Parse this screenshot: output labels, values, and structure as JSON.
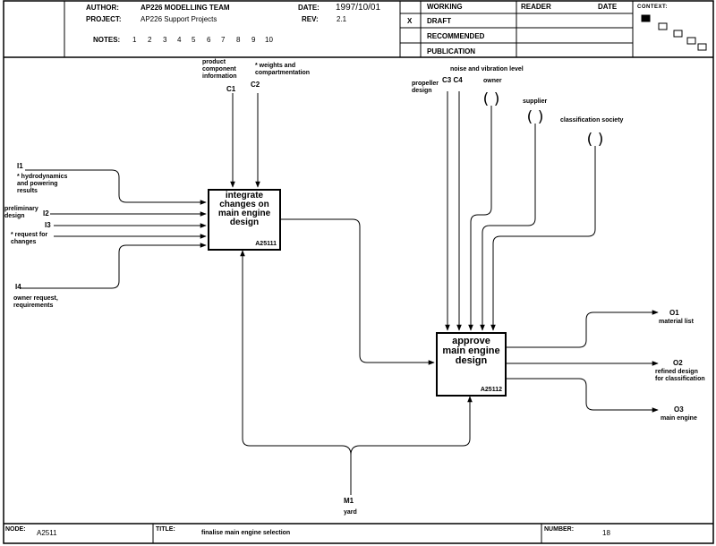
{
  "header": {
    "author_label": "AUTHOR:",
    "author": "AP226 MODELLING TEAM",
    "project_label": "PROJECT:",
    "project": "AP226 Support Projects",
    "notes_label": "NOTES:",
    "notes": [
      "1",
      "2",
      "3",
      "4",
      "5",
      "6",
      "7",
      "8",
      "9",
      "10"
    ],
    "date_label": "DATE:",
    "date": "1997/10/01",
    "rev_label": "REV:",
    "rev": "2.1",
    "status_options": [
      "WORKING",
      "DRAFT",
      "RECOMMENDED",
      "PUBLICATION"
    ],
    "status_mark": "X",
    "reader_label": "READER",
    "reader_date_label": "DATE",
    "context_label": "CONTEXT:"
  },
  "boxes": [
    {
      "title": "integrate\nchanges on\nmain engine\ndesign",
      "number": "A25111"
    },
    {
      "title": "approve\nmain engine\ndesign",
      "number": "A25112"
    }
  ],
  "labels": {
    "c1_desc": "product\ncomponent\ninformation",
    "c1": "C1",
    "c2_desc": "* weights and\ncompartmentation",
    "c2": "C2",
    "noise": "noise and vibration level",
    "propeller": "propeller\ndesign",
    "c3c4": "C3 C4",
    "owner": "owner",
    "supplier": "supplier",
    "class_soc": "classification society",
    "i1": "I1",
    "i1_desc": "* hydrodynamics\nand powering\nresults",
    "prelim": "preliminary\ndesign",
    "i2": "I2",
    "i3": "I3",
    "req_changes": "* request for\nchanges",
    "i4": "I4",
    "owner_req": "owner request,\nrequirements",
    "o1": "O1",
    "material": "material list",
    "o2": "O2",
    "refined": "refined design\nfor classification",
    "o3": "O3",
    "engine": "main engine",
    "m1": "M1",
    "yard": "yard"
  },
  "footer": {
    "node_label": "NODE:",
    "node": "A2511",
    "title_label": "TITLE:",
    "title": "finalise main engine selection",
    "number_label": "NUMBER:",
    "number": "18"
  }
}
